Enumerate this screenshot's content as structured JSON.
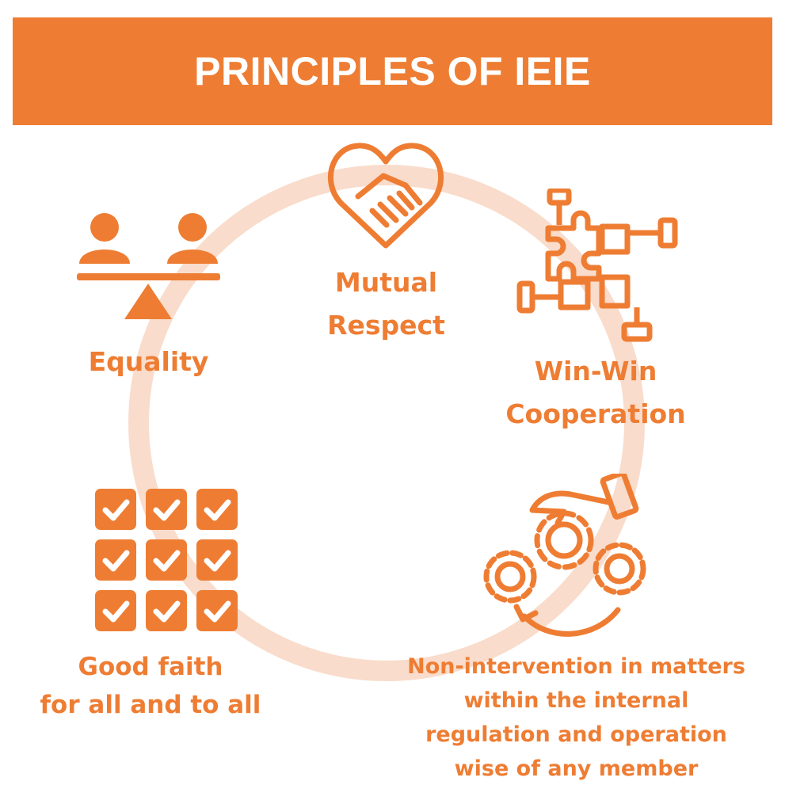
{
  "title": "PRINCIPLES OF IEIE",
  "colors": {
    "accent": "#ee7d33",
    "ring": "#f9dccb",
    "background": "#ffffff"
  },
  "principles": [
    {
      "id": "equality",
      "icon": "balance-scale-people-icon",
      "lines": [
        "Equality"
      ]
    },
    {
      "id": "mutual-respect",
      "icon": "heart-handshake-icon",
      "lines": [
        "Mutual",
        "Respect"
      ]
    },
    {
      "id": "win-win",
      "icon": "puzzle-hands-icon",
      "lines": [
        "Win-Win",
        "Cooperation"
      ]
    },
    {
      "id": "good-faith",
      "icon": "checkbox-grid-icon",
      "lines": [
        "Good faith",
        "for all and to all"
      ]
    },
    {
      "id": "non-intervention",
      "icon": "hand-gears-icon",
      "lines": [
        "Non-intervention in matters",
        "within the internal",
        "regulation and operation",
        "wise of any member"
      ]
    }
  ]
}
